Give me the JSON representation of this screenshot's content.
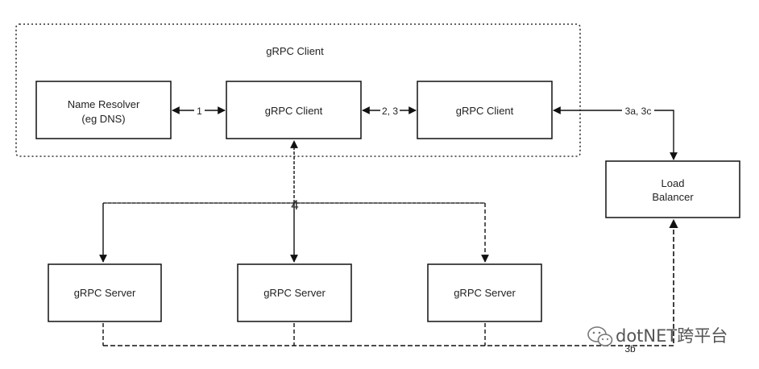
{
  "group": {
    "title": "gRPC Client"
  },
  "nodes": {
    "name_resolver": [
      "Name Resolver",
      "(eg DNS)"
    ],
    "grpc_client_a": [
      "gRPC Client"
    ],
    "grpc_client_b": [
      "gRPC Client"
    ],
    "load_balancer": [
      "Load",
      "Balancer"
    ],
    "server_1": [
      "gRPC Server"
    ],
    "server_2": [
      "gRPC Server"
    ],
    "server_3": [
      "gRPC Server"
    ]
  },
  "edges": {
    "resolver_client": "1",
    "client_client": "2, 3",
    "client_lb": "3a, 3c",
    "servers_client": "4",
    "servers_lb": "3b"
  },
  "watermark": {
    "text": "dotNET跨平台"
  }
}
